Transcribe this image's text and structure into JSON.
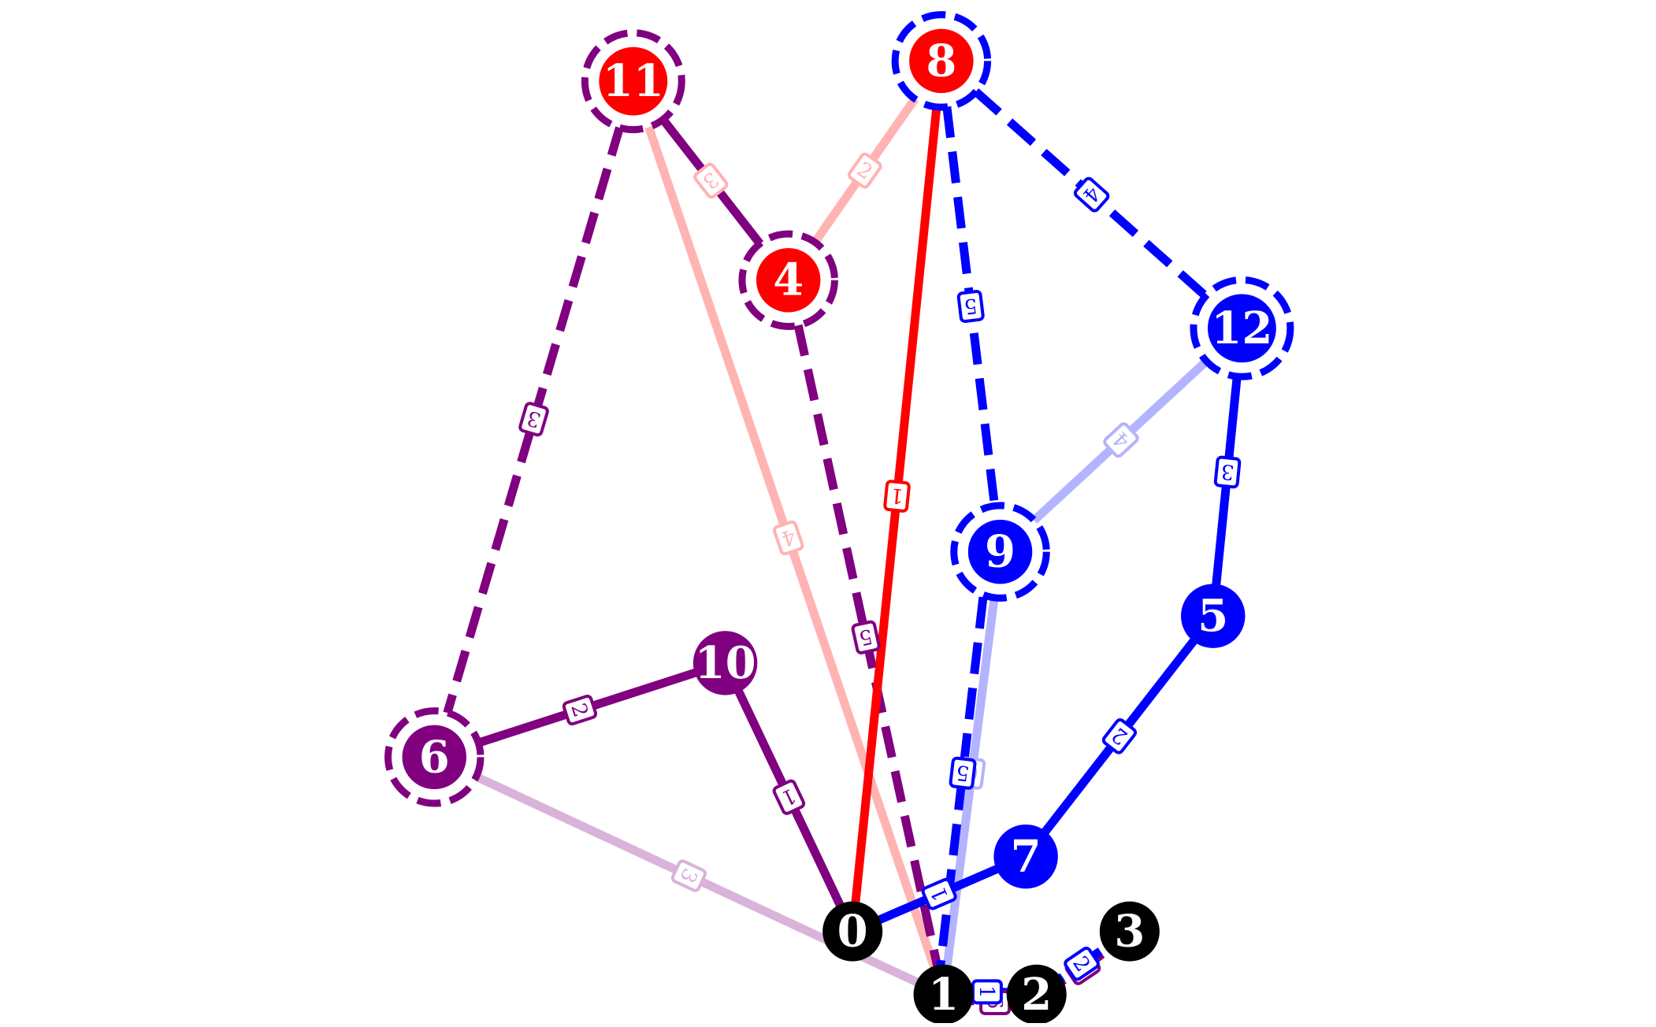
{
  "colors": {
    "red": "#ff0000",
    "light_red": "#ffb3b3",
    "purple": "#800080",
    "light_purple": "#d9b3d9",
    "blue": "#0000ff",
    "light_blue": "#b3b3ff",
    "black": "#000000"
  },
  "nodes": [
    {
      "id": "0",
      "label": "0",
      "color": "black",
      "ring": false
    },
    {
      "id": "1",
      "label": "1",
      "color": "black",
      "ring": false
    },
    {
      "id": "2",
      "label": "2",
      "color": "black",
      "ring": false
    },
    {
      "id": "3",
      "label": "3",
      "color": "black",
      "ring": false
    },
    {
      "id": "4",
      "label": "4",
      "color": "red",
      "ring": true,
      "ring_color": "purple"
    },
    {
      "id": "5",
      "label": "5",
      "color": "blue",
      "ring": false
    },
    {
      "id": "6",
      "label": "6",
      "color": "purple",
      "ring": true,
      "ring_color": "purple"
    },
    {
      "id": "7",
      "label": "7",
      "color": "blue",
      "ring": false
    },
    {
      "id": "8",
      "label": "8",
      "color": "red",
      "ring": true,
      "ring_color": "blue"
    },
    {
      "id": "9",
      "label": "9",
      "color": "blue",
      "ring": true,
      "ring_color": "blue"
    },
    {
      "id": "10",
      "label": "10",
      "color": "purple",
      "ring": false
    },
    {
      "id": "11",
      "label": "11",
      "color": "red",
      "ring": true,
      "ring_color": "purple"
    },
    {
      "id": "12",
      "label": "12",
      "color": "blue",
      "ring": true,
      "ring_color": "blue"
    }
  ],
  "edges": [
    {
      "from": "11",
      "to": "6",
      "label": "3",
      "color": "purple",
      "style": "dashed"
    },
    {
      "from": "11",
      "to": "4",
      "label": "3",
      "color": "purple",
      "style": "solid",
      "label_color": "light_red"
    },
    {
      "from": "11",
      "to": "1",
      "label": "4",
      "color": "light_red",
      "style": "solid"
    },
    {
      "from": "4",
      "to": "8",
      "label": "2",
      "color": "light_red",
      "style": "solid"
    },
    {
      "from": "4",
      "to": "1",
      "label": "5",
      "color": "purple",
      "style": "dashed"
    },
    {
      "from": "8",
      "to": "0",
      "label": "1",
      "color": "red",
      "style": "solid"
    },
    {
      "from": "8",
      "to": "9",
      "label": "5",
      "color": "blue",
      "style": "dashed"
    },
    {
      "from": "8",
      "to": "12",
      "label": "4",
      "color": "blue",
      "style": "dashed"
    },
    {
      "from": "12",
      "to": "9",
      "label": "4",
      "color": "light_blue",
      "style": "solid"
    },
    {
      "from": "12",
      "to": "5",
      "label": "3",
      "color": "blue",
      "style": "solid"
    },
    {
      "from": "9",
      "to": "1",
      "label": "6",
      "color": "light_blue",
      "style": "solid"
    },
    {
      "from": "9",
      "to": "1",
      "label": "5",
      "color": "blue",
      "style": "dashed"
    },
    {
      "from": "5",
      "to": "7",
      "label": "2",
      "color": "blue",
      "style": "solid"
    },
    {
      "from": "7",
      "to": "0",
      "label": "1",
      "color": "blue",
      "style": "solid"
    },
    {
      "from": "6",
      "to": "10",
      "label": "2",
      "color": "purple",
      "style": "solid"
    },
    {
      "from": "10",
      "to": "0",
      "label": "1",
      "color": "purple",
      "style": "solid"
    },
    {
      "from": "6",
      "to": "1",
      "label": "3",
      "color": "light_purple",
      "style": "solid"
    },
    {
      "from": "1",
      "to": "2",
      "label": "6",
      "color": "purple",
      "style": "dashed"
    },
    {
      "from": "1",
      "to": "2",
      "label": "1",
      "color": "blue",
      "style": "dashed"
    },
    {
      "from": "2",
      "to": "3",
      "label": "1",
      "color": "purple",
      "style": "dashed"
    },
    {
      "from": "2",
      "to": "3",
      "label": "2",
      "color": "blue",
      "style": "dashed"
    }
  ]
}
